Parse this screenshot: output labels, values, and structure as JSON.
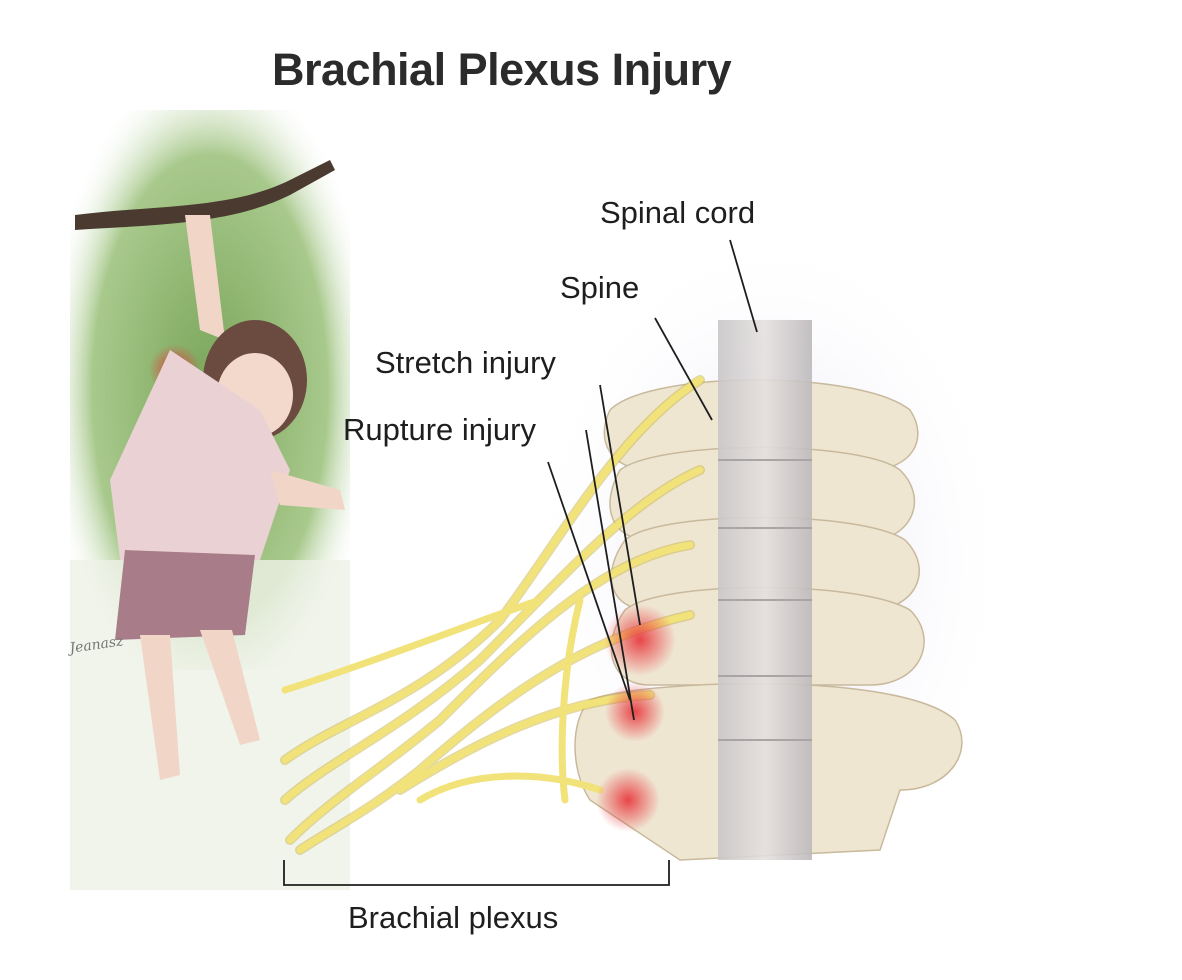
{
  "title": "Brachial Plexus Injury",
  "labels": {
    "spinal_cord": "Spinal cord",
    "spine": "Spine",
    "stretch_injury": "Stretch injury",
    "rupture_injury": "Rupture injury",
    "brachial_plexus": "Brachial plexus"
  },
  "signature": "Jeanasz",
  "colors": {
    "nerve": "#f2e27a",
    "bone": "#efe6d2",
    "injury": "#e8333a",
    "foliage": "#8fb36a",
    "leader_line": "#1e1e1e"
  }
}
